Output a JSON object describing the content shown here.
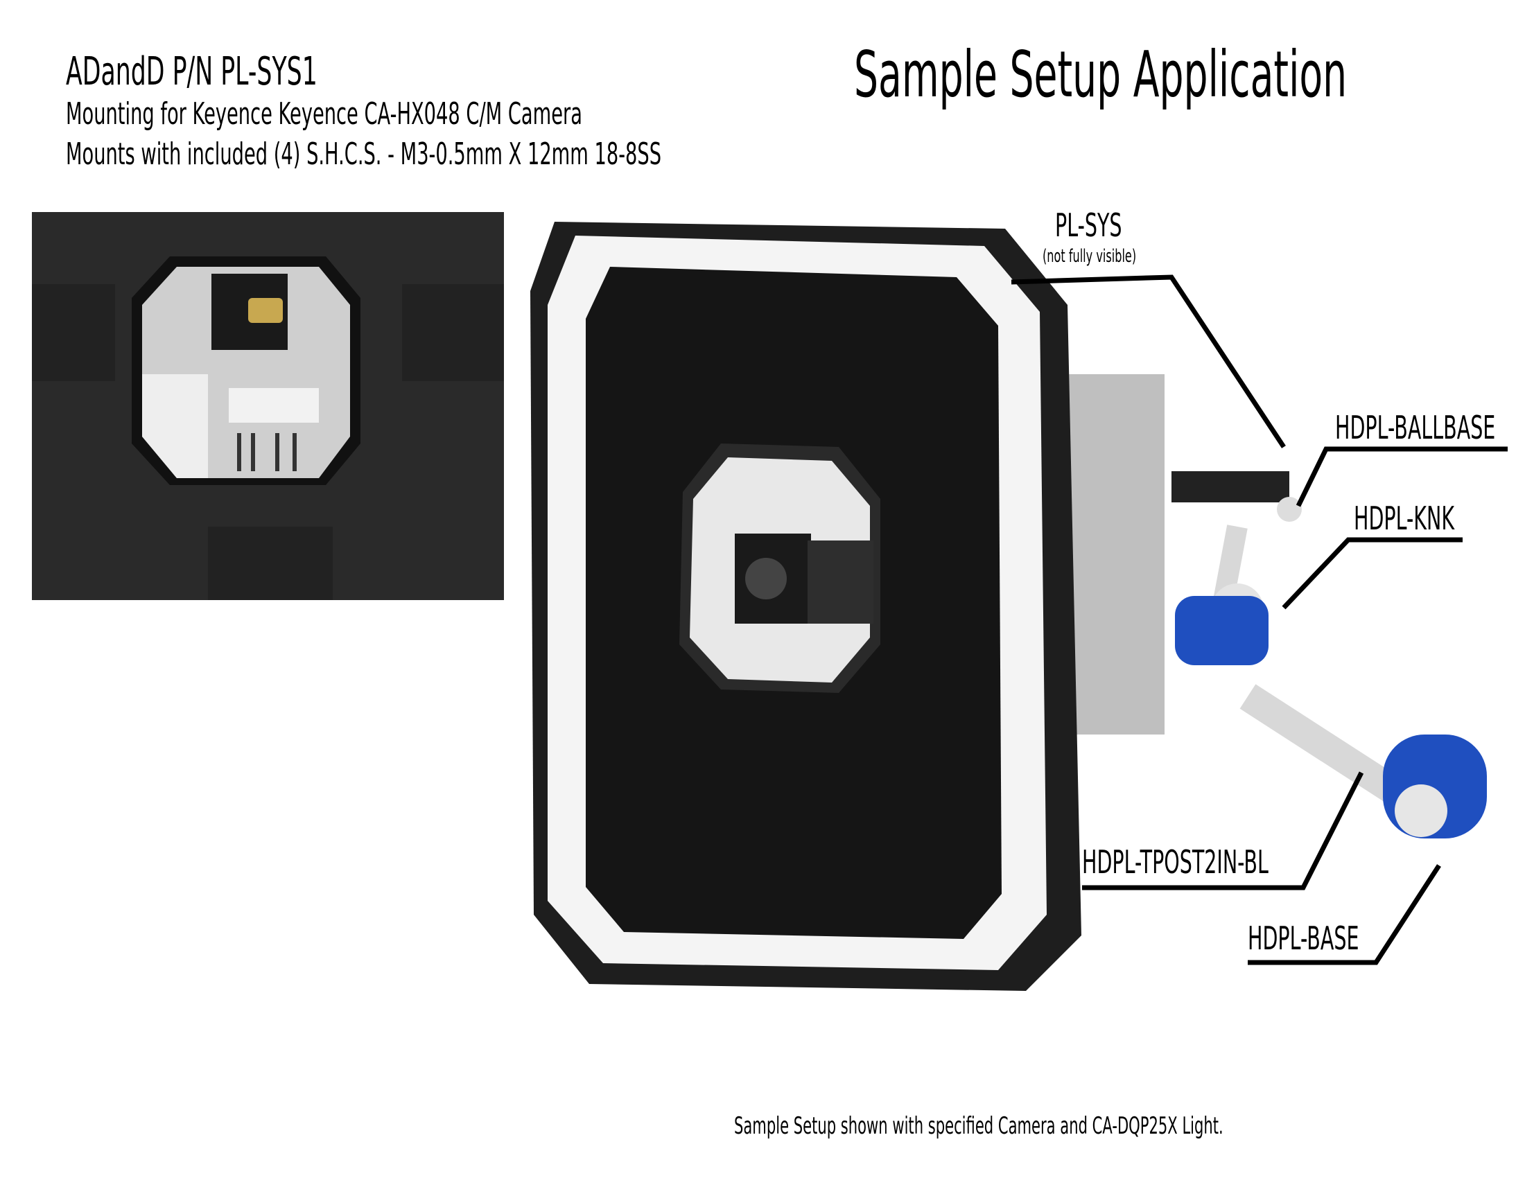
{
  "header": {
    "part_number": "ADandD P/N PL-SYS1",
    "description": "Mounting for Keyence Keyence CA-HX048 C/M Camera",
    "hardware": "Mounts with included (4) S.H.C.S. - M3-0.5mm X 12mm 18-8SS"
  },
  "title": "Sample Setup Application",
  "callouts": {
    "pl_sys": "PL-SYS",
    "pl_sys_note": "(not fully visible)",
    "ballbase": "HDPL-BALLBASE",
    "knk": "HDPL-KNK",
    "tpost": "HDPL-TPOST2IN-BL",
    "base": "HDPL-BASE"
  },
  "footer": "Sample Setup shown with specified Camera and CA-DQP25X Light.",
  "colors": {
    "housing": "#1e1e1e",
    "ring": "#f4f4f4",
    "clamp": "#1f4fbf",
    "post": "#d8d8d8"
  }
}
